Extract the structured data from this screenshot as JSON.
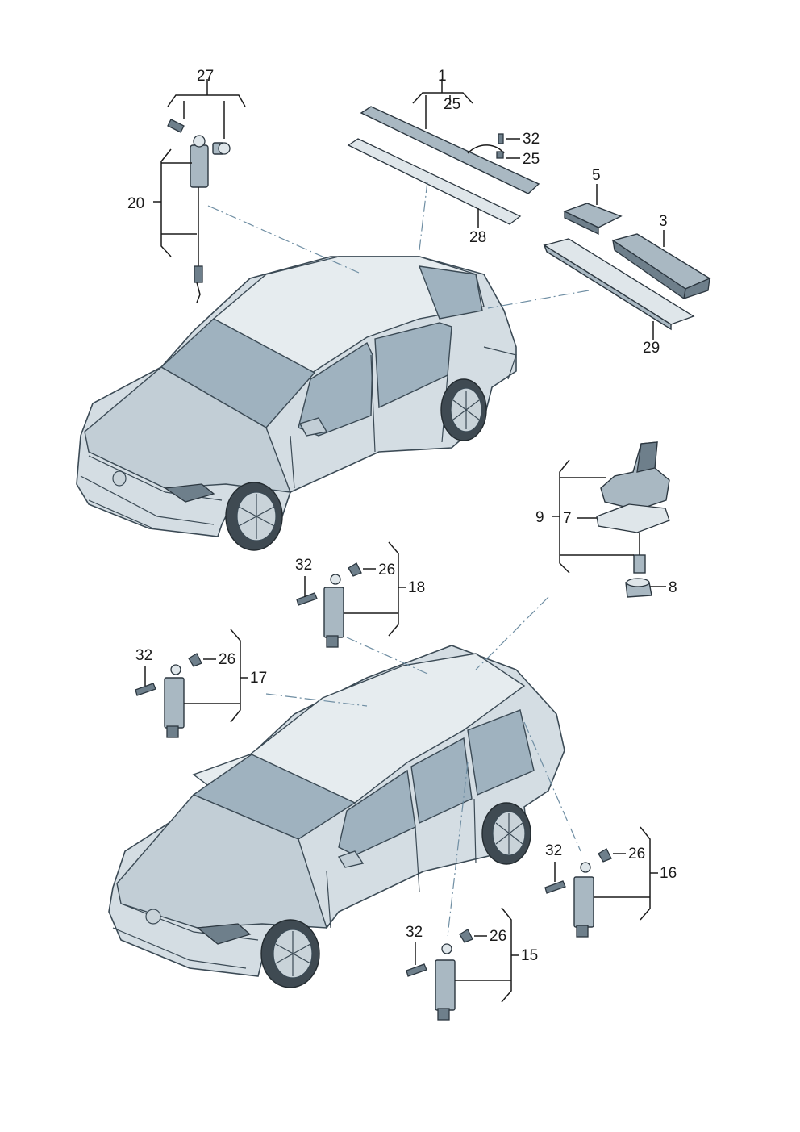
{
  "diagram": {
    "callouts": {
      "c27": "27",
      "c1": "1",
      "c25top": "25",
      "c32a": "32",
      "c25b": "25",
      "c20": "20",
      "c5": "5",
      "c3": "3",
      "c28": "28",
      "c29": "29",
      "c9": "9",
      "c7": "7",
      "c8": "8",
      "c32b": "32",
      "c26b": "26",
      "c18": "18",
      "c32c": "32",
      "c26c": "26",
      "c17": "17",
      "c32d": "32",
      "c26d": "26",
      "c16": "16",
      "c32e": "32",
      "c26e": "26",
      "c15": "15"
    },
    "colors": {
      "body": "#d4dde3",
      "glass": "#9fb2bf",
      "outline": "#3b4a55",
      "ref_line": "#6f8ea3"
    },
    "icons": [
      "sedan-car-illustration",
      "estate-car-illustration",
      "shark-fin-antenna",
      "antenna-amplifier-module",
      "screw",
      "nut",
      "cable-harness"
    ]
  }
}
